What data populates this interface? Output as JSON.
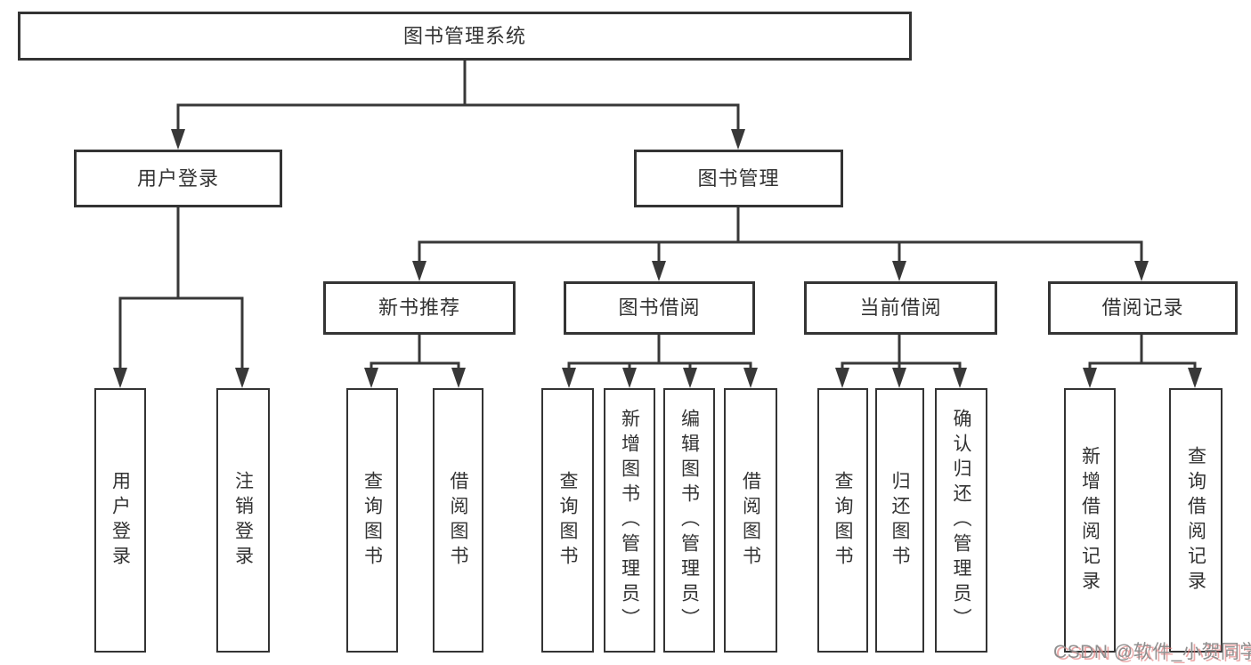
{
  "page": {
    "background_color": "#ffffff",
    "line_color": "#383838",
    "box_border_color": "#343434",
    "text_color": "#333333"
  },
  "tree": {
    "label": "图书管理系统",
    "children": [
      {
        "label": "用户登录",
        "children": [
          {
            "label": "用户登录"
          },
          {
            "label": "注销登录"
          }
        ]
      },
      {
        "label": "图书管理",
        "children": [
          {
            "label": "新书推荐",
            "children": [
              {
                "label": "查询图书"
              },
              {
                "label": "借阅图书"
              }
            ]
          },
          {
            "label": "图书借阅",
            "children": [
              {
                "label": "查询图书"
              },
              {
                "label": "新增图书（管理员）"
              },
              {
                "label": "编辑图书（管理员）"
              },
              {
                "label": "借阅图书"
              }
            ]
          },
          {
            "label": "当前借阅",
            "children": [
              {
                "label": "查询图书"
              },
              {
                "label": "归还图书"
              },
              {
                "label": "确认归还（管理员）"
              }
            ]
          },
          {
            "label": "借阅记录",
            "children": [
              {
                "label": "新增借阅记录"
              },
              {
                "label": "查询借阅记录"
              }
            ]
          }
        ]
      }
    ]
  },
  "edges": [
    [
      "图书管理系统",
      "用户登录"
    ],
    [
      "图书管理系统",
      "图书管理"
    ],
    [
      "用户登录",
      "用户登录"
    ],
    [
      "用户登录",
      "注销登录"
    ],
    [
      "图书管理",
      "新书推荐"
    ],
    [
      "图书管理",
      "图书借阅"
    ],
    [
      "图书管理",
      "当前借阅"
    ],
    [
      "图书管理",
      "借阅记录"
    ],
    [
      "新书推荐",
      "查询图书"
    ],
    [
      "新书推荐",
      "借阅图书"
    ],
    [
      "图书借阅",
      "查询图书"
    ],
    [
      "图书借阅",
      "新增图书（管理员）"
    ],
    [
      "图书借阅",
      "编辑图书（管理员）"
    ],
    [
      "图书借阅",
      "借阅图书"
    ],
    [
      "当前借阅",
      "查询图书"
    ],
    [
      "当前借阅",
      "归还图书"
    ],
    [
      "当前借阅",
      "确认归还（管理员）"
    ],
    [
      "借阅记录",
      "新增借阅记录"
    ],
    [
      "借阅记录",
      "查询借阅记录"
    ]
  ],
  "watermark": {
    "text": "CSDN @软件_小贺同学",
    "color": "#8f8f8f",
    "shadow_color": "#e07b7b"
  }
}
